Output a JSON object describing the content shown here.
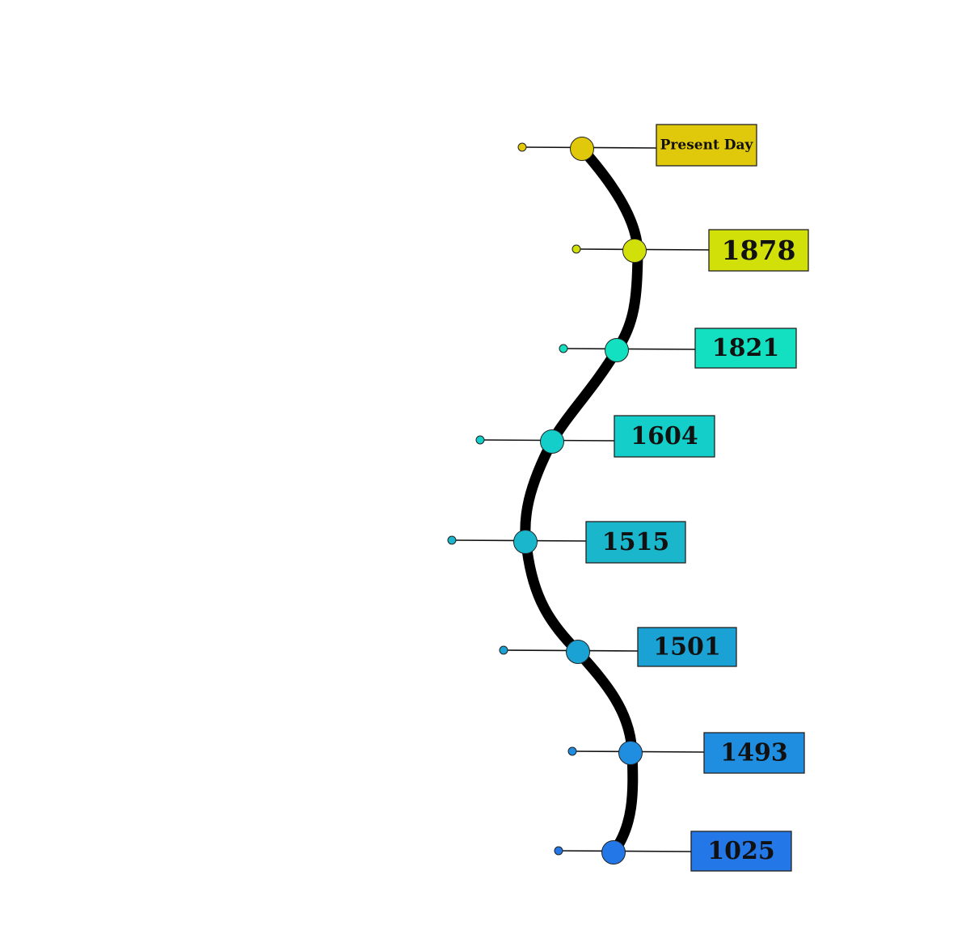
{
  "timeline": {
    "events": [
      {
        "label": "Present Day",
        "color": "#e0c80a"
      },
      {
        "label": "1878",
        "color": "#d2e00a"
      },
      {
        "label": "1821",
        "color": "#12e0c0"
      },
      {
        "label": "1604",
        "color": "#14cfc9"
      },
      {
        "label": "1515",
        "color": "#19b6cc"
      },
      {
        "label": "1501",
        "color": "#1aa2d4"
      },
      {
        "label": "1493",
        "color": "#208ee0"
      },
      {
        "label": "1025",
        "color": "#2477e6"
      }
    ],
    "spine_color": "#000000"
  }
}
